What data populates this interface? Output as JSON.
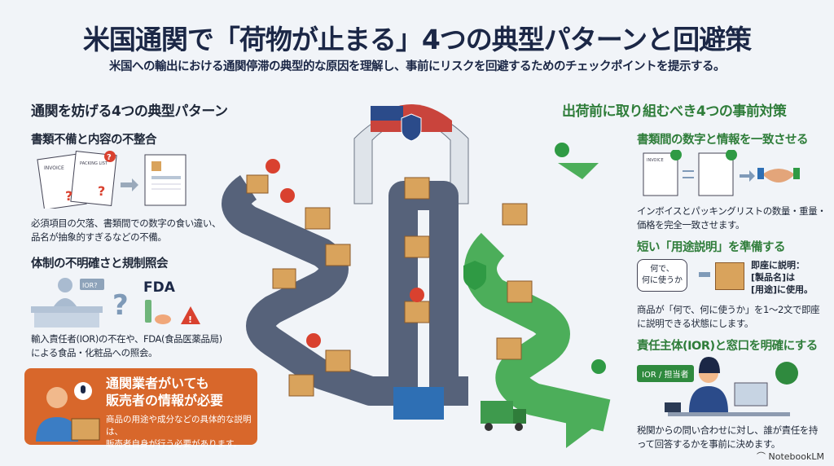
{
  "header": {
    "title": "米国通関で「荷物が止まる」4つの典型パターンと回避策",
    "subtitle": "米国への輸出における通関停滞の典型的な原因を理解し、事前にリスクを回避するためのチェックポイントを提示する。"
  },
  "left": {
    "heading": "通関を妨げる4つの典型パターン",
    "items": [
      {
        "title": "書類不備と内容の不整合",
        "desc": [
          "必須項目の欠落、書類間での数字の食い違い、",
          "品名が抽象的すぎるなどの不備。"
        ],
        "doc_labels": [
          "INVOICE",
          "PACKING LIST"
        ]
      },
      {
        "title": "体制の不明確さと規制照会",
        "desc": [
          "輸入責任者(IOR)の不在や、FDA(食品医薬品局)",
          "による食品・化粧品への照会。"
        ],
        "bubble": "IOR?",
        "logo": "FDA"
      }
    ],
    "callout": {
      "title": [
        "通関業者がいても",
        "販売者の情報が必要"
      ],
      "desc": [
        "商品の用途や成分などの具体的な説明は、",
        "販売者自身が行う必要があります。"
      ]
    }
  },
  "right": {
    "heading": "出荷前に取り組むべき4つの事前対策",
    "items": [
      {
        "title": "書類間の数字と情報を一致させる",
        "desc": [
          "インボイスとパッキングリストの数量・重量・",
          "価格を完全一致させます。"
        ],
        "doc_label": "INVOICE"
      },
      {
        "title": "短い「用途説明」を準備する",
        "bubble": [
          "何で、",
          "何に使うか"
        ],
        "note": [
          "即座に説明：",
          "[製品名]は",
          "[用途]に使用。"
        ],
        "desc": [
          "商品が「何で、何に使うか」を1～2文で即座",
          "に説明できる状態にします。"
        ]
      },
      {
        "title": "責任主体(IOR)と窓口を明確にする",
        "tag": "IOR / 担当者",
        "desc": [
          "税関からの問い合わせに対し、誰が責任を持",
          "って回答するかを事前に決めます。"
        ]
      }
    ]
  },
  "brand": "NotebookLM",
  "colors": {
    "navy": "#1b2746",
    "green": "#2f7d3a",
    "orange": "#d8672b",
    "red": "#d9412f"
  }
}
